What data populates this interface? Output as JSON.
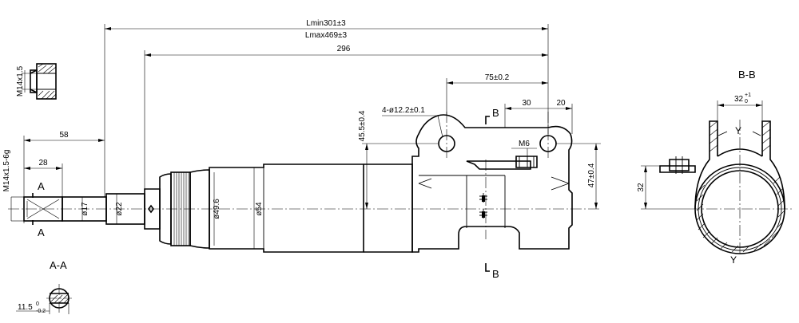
{
  "dimensions": {
    "lmin": "Lmin301±3",
    "lmax": "Lmax469±3",
    "len_296": "296",
    "len_58": "58",
    "len_28": "28",
    "len_75": "75±0.2",
    "len_30": "30",
    "len_20": "20",
    "holes": "4-ø12.2±0.1",
    "h_45_5": "45.5±0.4",
    "h_47": "47±0.4",
    "thread_m6": "M6",
    "thread_m14": "M14x1.5",
    "thread_m14_6g": "M14x1.5-6g",
    "dia_17": "ø17",
    "dia_22": "ø22",
    "dia_49_6": "ø49.6",
    "dia_54": "ø54",
    "bb_32_base": "32",
    "bb_32_tol_upper": "+1",
    "bb_32_tol_lower": "0",
    "bb_32_side": "32",
    "aa_11_5": "11.5",
    "aa_tol_upper": "0",
    "aa_tol_lower": "-0.2"
  },
  "labels": {
    "section_a_top": "A",
    "section_a_bottom": "A",
    "section_b_top": "B",
    "section_b_bottom": "B",
    "view_aa": "A-A",
    "view_bb": "B-B",
    "axis_y_top": "Y",
    "axis_y_bottom": "Y"
  }
}
